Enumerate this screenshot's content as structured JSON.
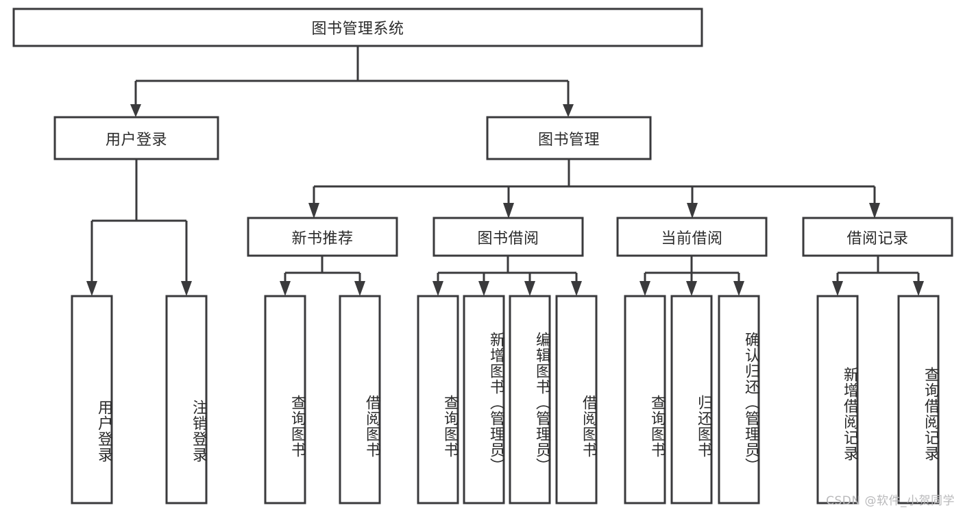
{
  "diagram": {
    "type": "tree",
    "title": "图书管理系统功能结构图",
    "colors": {
      "box_stroke": "#3a3a3c",
      "box_fill": "#ffffff",
      "connector": "#3a3a3c",
      "text": "#2b2b2b",
      "watermark": "#b9b9bb",
      "background": "#ffffff"
    },
    "root": {
      "label": "图书管理系统"
    },
    "level2": [
      {
        "id": "user-login",
        "label": "用户登录"
      },
      {
        "id": "book-manage",
        "label": "图书管理"
      }
    ],
    "level3": [
      {
        "id": "new-book-recommend",
        "label": "新书推荐",
        "parent": "book-manage"
      },
      {
        "id": "book-borrow",
        "label": "图书借阅",
        "parent": "book-manage"
      },
      {
        "id": "current-borrow",
        "label": "当前借阅",
        "parent": "book-manage"
      },
      {
        "id": "borrow-record",
        "label": "借阅记录",
        "parent": "book-manage"
      }
    ],
    "leaves": [
      {
        "id": "leaf-user-login",
        "label": "用户登录",
        "parent": "user-login"
      },
      {
        "id": "leaf-user-logout",
        "label": "注销登录",
        "parent": "user-login"
      },
      {
        "id": "leaf-query-book-1",
        "label": "查询图书",
        "parent": "new-book-recommend"
      },
      {
        "id": "leaf-borrow-book-1",
        "label": "借阅图书",
        "parent": "new-book-recommend"
      },
      {
        "id": "leaf-query-book-2",
        "label": "查询图书",
        "parent": "book-borrow"
      },
      {
        "id": "leaf-add-book",
        "label": "新增图书（管理员）",
        "parent": "book-borrow"
      },
      {
        "id": "leaf-edit-book",
        "label": "编辑图书（管理员）",
        "parent": "book-borrow"
      },
      {
        "id": "leaf-borrow-book-2",
        "label": "借阅图书",
        "parent": "book-borrow"
      },
      {
        "id": "leaf-query-book-3",
        "label": "查询图书",
        "parent": "current-borrow"
      },
      {
        "id": "leaf-return-book",
        "label": "归还图书",
        "parent": "current-borrow"
      },
      {
        "id": "leaf-confirm-return",
        "label": "确认归还（管理员）",
        "parent": "current-borrow"
      },
      {
        "id": "leaf-add-record",
        "label": "新增借阅记录",
        "parent": "borrow-record"
      },
      {
        "id": "leaf-query-record",
        "label": "查询借阅记录",
        "parent": "borrow-record"
      }
    ]
  },
  "watermark": {
    "text": "CSDN @软件_小贺同学"
  }
}
